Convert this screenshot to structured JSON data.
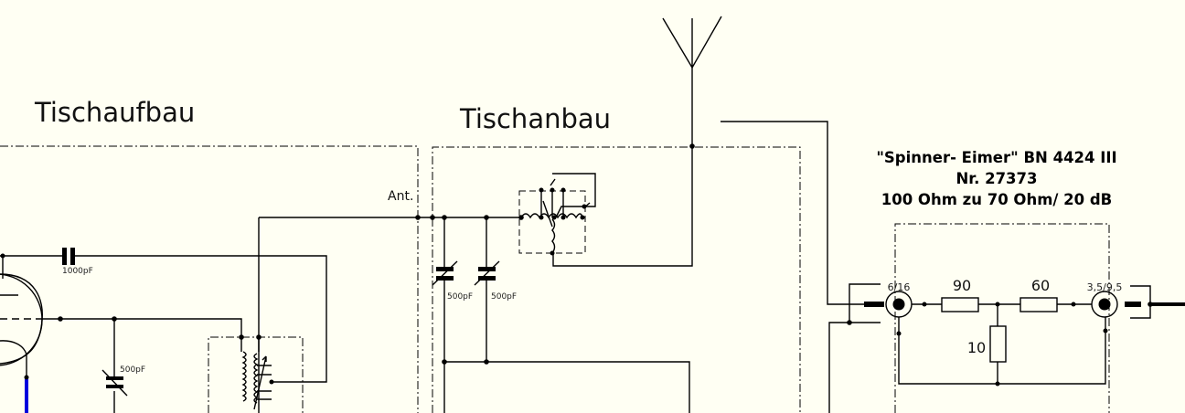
{
  "sections": {
    "left": "Tischaufbau",
    "middle": "Tischanbau"
  },
  "antenna_label": "Ant.",
  "capacitors": {
    "c1": "1000pF",
    "c2": "500pF",
    "c3": "500pF",
    "c4": "500pF"
  },
  "attenuator": {
    "title_line1": "\"Spinner- Eimer\" BN 4424 III",
    "title_line2": "Nr. 27373",
    "title_line3": "100 Ohm zu 70 Ohm/ 20 dB",
    "connector_in": "6/16",
    "connector_out": "3,5/9,5",
    "r_series1": "90",
    "r_series2": "60",
    "r_shunt": "10"
  },
  "colors": {
    "background": "#fffff3",
    "wire": "#000000",
    "highlight": "#0000dd"
  }
}
